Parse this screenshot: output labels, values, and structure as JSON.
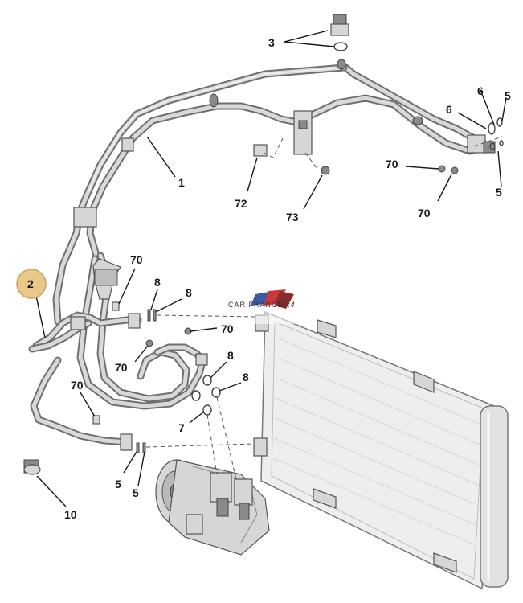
{
  "watermark": {
    "text": "CAR FRANCE",
    "suffix": "4x4"
  },
  "labels": {
    "l1": "1",
    "l2": "2",
    "l3": "3",
    "l5a": "5",
    "l5b": "5",
    "l5c": "5",
    "l5d": "5",
    "l6a": "6",
    "l6b": "6",
    "l7": "7",
    "l8a": "8",
    "l8b": "8",
    "l8c": "8",
    "l8d": "8",
    "l10": "10",
    "l70a": "70",
    "l70b": "70",
    "l70c": "70",
    "l70d": "70",
    "l70e": "70",
    "l70f": "70",
    "l72": "72",
    "l73": "73"
  },
  "colors": {
    "highlight": "#e8c98a",
    "highlight_stroke": "#c9a45a"
  }
}
